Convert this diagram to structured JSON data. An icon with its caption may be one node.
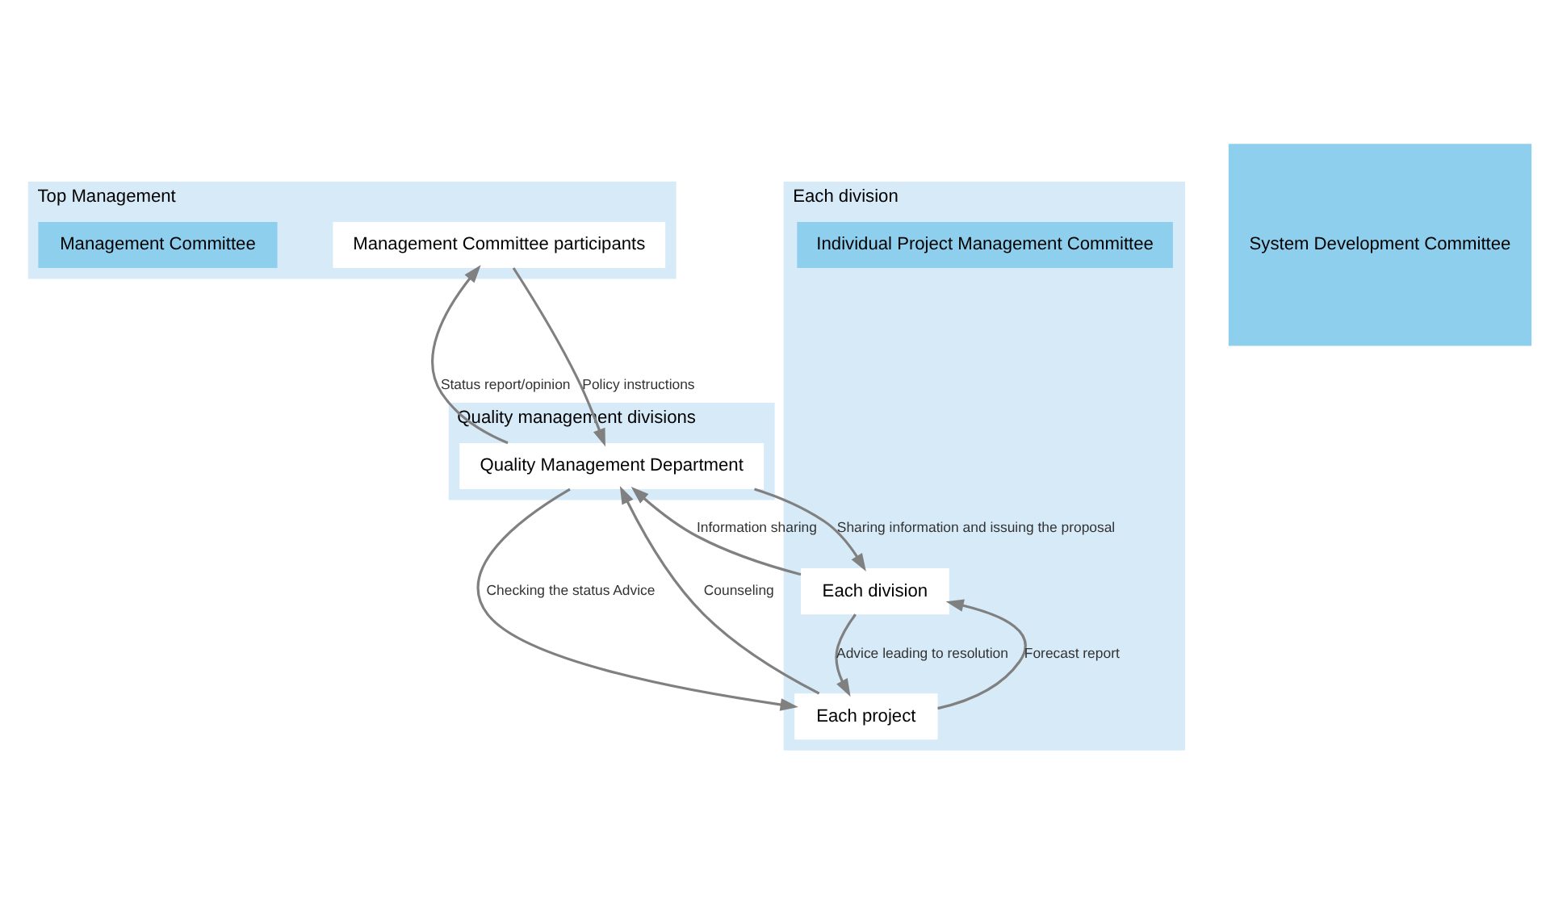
{
  "diagram": {
    "nodes": [
      {
        "text": [
          "Top Management"
        ]
      },
      {
        "text": [
          "Management Committee participants"
        ],
        "in": 0
      },
      {
        "text": [
          "Management Committee"
        ],
        "in": 0
      },
      {
        "text": [
          "Quality management divisions"
        ]
      },
      {
        "text": [
          "Quality Management Department"
        ],
        "in": 3
      },
      {
        "text": [
          "Each division"
        ]
      },
      {
        "text": [
          "Individual Project Management Committee"
        ],
        "in": 5
      },
      {
        "text": [
          "Each division"
        ],
        "in": 5
      },
      {
        "text": [
          "Each project"
        ],
        "in": 5
      },
      {
        "text": [
          "System Development Committee"
        ]
      }
    ],
    "edges": [
      {
        "from": 4,
        "to": 1,
        "arrow": "to",
        "label": "Status report/opinion"
      },
      {
        "from": 1,
        "to": 4,
        "arrow": "to",
        "label": "Policy instructions"
      },
      {
        "from": 8,
        "to": 4,
        "arrow": "to",
        "label": "Counseling"
      },
      {
        "from": 4,
        "to": 8,
        "arrow": "to",
        "label": "Checking the status Advice"
      },
      {
        "from": 7,
        "to": 4,
        "arrow": "to",
        "label": "Information sharing"
      },
      {
        "from": 4,
        "to": 7,
        "arrow": "to",
        "label": "Sharing information and issuing the proposal"
      },
      {
        "from": 8,
        "to": 7,
        "arrow": "to",
        "label": "Forecast report"
      },
      {
        "from": 7,
        "to": 8,
        "arrow": "to",
        "label": "Advice leading to resolution"
      }
    ]
  }
}
